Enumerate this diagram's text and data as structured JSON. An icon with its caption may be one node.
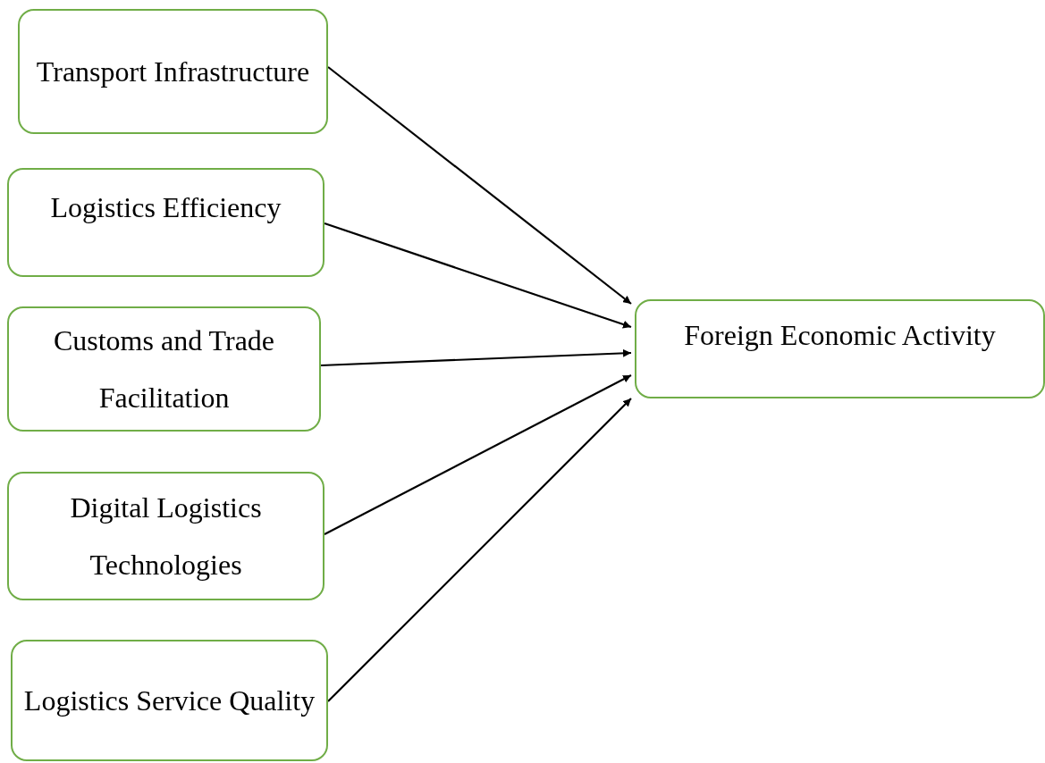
{
  "diagram": {
    "nodes": [
      {
        "text": [
          "Transport Infrastructure"
        ]
      },
      {
        "text": [
          "Logistics Efficiency"
        ]
      },
      {
        "text": [
          "Customs and Trade Facilitation"
        ]
      },
      {
        "text": [
          "Digital Logistics Technologies"
        ]
      },
      {
        "text": [
          "Logistics Service Quality"
        ]
      },
      {
        "text": [
          "Foreign Economic Activity"
        ]
      }
    ],
    "edges": [
      {
        "from": 0,
        "to": 5,
        "arrow": "to"
      },
      {
        "from": 1,
        "to": 5,
        "arrow": "to"
      },
      {
        "from": 2,
        "to": 5,
        "arrow": "to"
      },
      {
        "from": 3,
        "to": 5,
        "arrow": "to"
      },
      {
        "from": 4,
        "to": 5,
        "arrow": "to"
      }
    ]
  }
}
